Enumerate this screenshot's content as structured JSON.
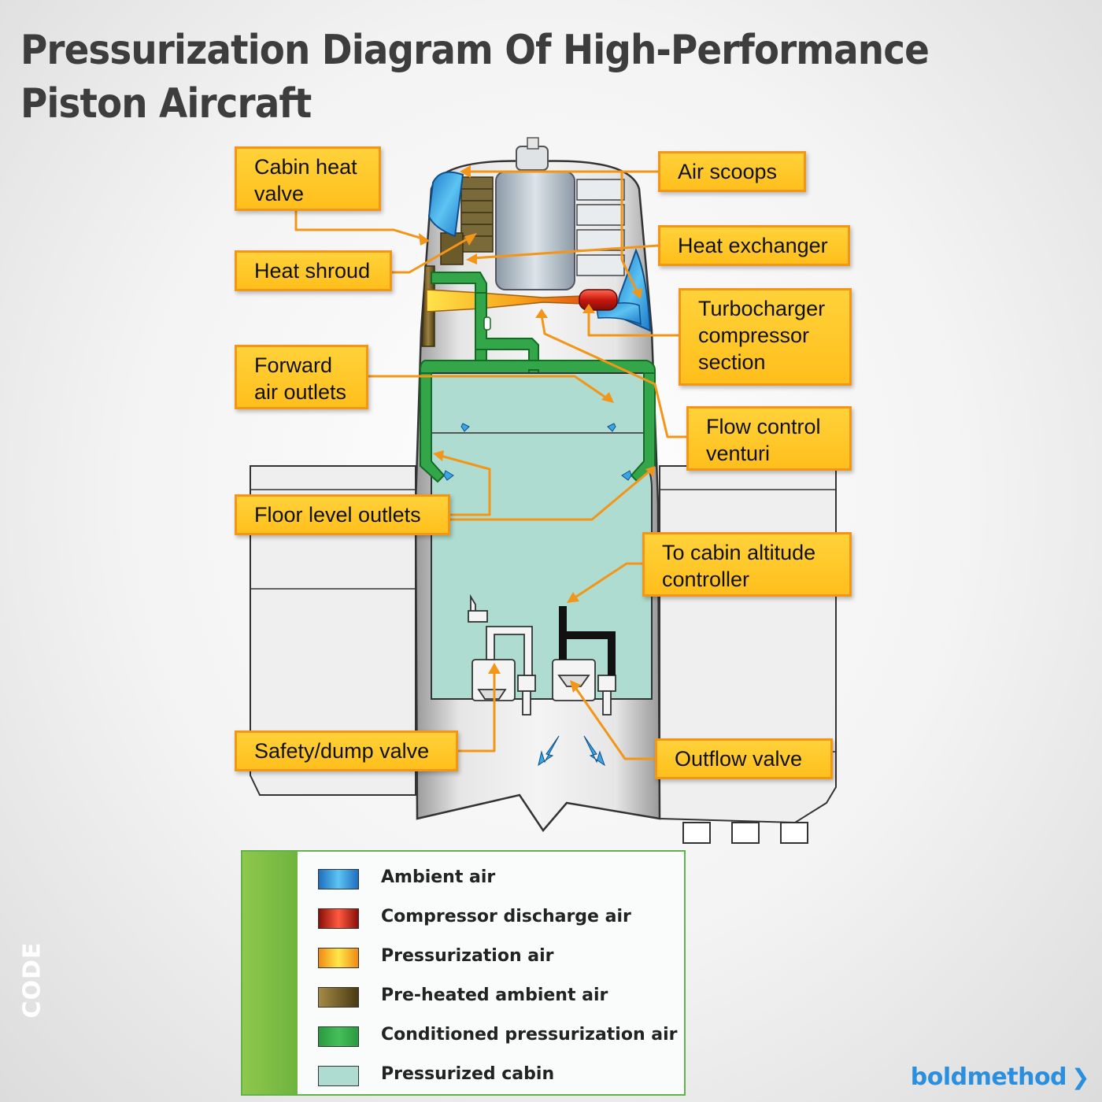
{
  "title": {
    "line1": "Pressurization Diagram Of High-Performance",
    "line2": "Piston Aircraft"
  },
  "callouts": {
    "cabin_heat_valve": "Cabin heat\nvalve",
    "air_scoops": "Air scoops",
    "heat_exchanger": "Heat exchanger",
    "heat_shroud": "Heat shroud",
    "turbocharger": "Turbocharger\ncompressor\nsection",
    "forward_air_outlets": "Forward\nair outlets",
    "flow_control_venturi": "Flow control\nventuri",
    "floor_level_outlets": "Floor level outlets",
    "cabin_altitude_controller": "To cabin altitude\ncontroller",
    "safety_dump_valve": "Safety/dump valve",
    "outflow_valve": "Outflow valve"
  },
  "legend": {
    "code_label": "CODE",
    "items": [
      {
        "label": "Ambient air",
        "color": "#3aa6e3"
      },
      {
        "label": "Compressor discharge air",
        "color": "#d42a1e"
      },
      {
        "label": "Pressurization air",
        "color": "#f7a21a"
      },
      {
        "label": "Pre-heated ambient air",
        "color": "#6b5420"
      },
      {
        "label": "Conditioned pressurization air",
        "color": "#33a64a"
      },
      {
        "label": "Pressurized cabin",
        "color": "#aedcd0"
      }
    ]
  },
  "brand": {
    "name": "boldmethod",
    "chevron": "❯"
  },
  "colors": {
    "callout_fill": "#ffc72a",
    "callout_border": "#f2961a",
    "leader_line": "#f2961a",
    "legend_bar": "#7cbd45",
    "cabin": "#aedcd0",
    "duct": "#33a64a",
    "brand": "#2b8fe0"
  }
}
